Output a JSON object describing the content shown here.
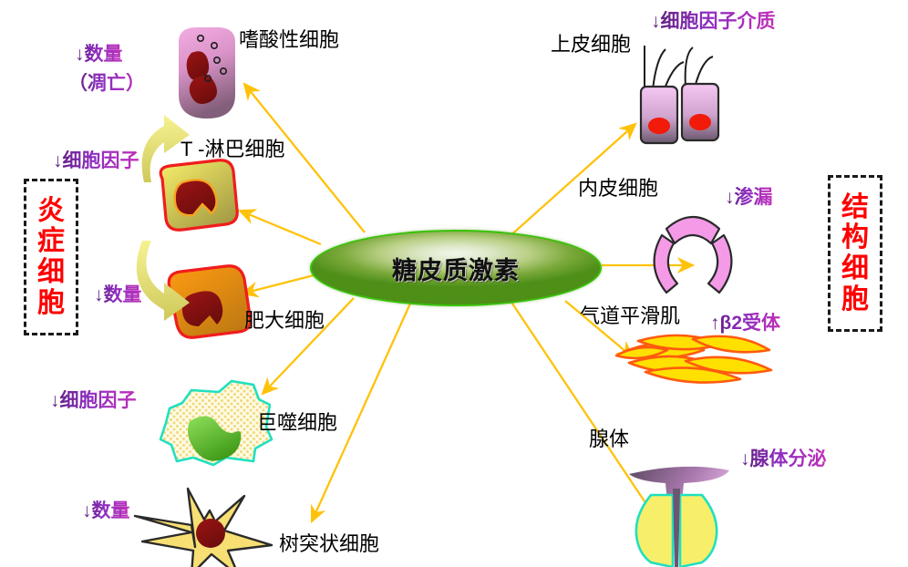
{
  "diagram": {
    "center": {
      "label": "糖皮质激素",
      "fill_from": "#f2f7ea",
      "fill_to": "#4e8f18",
      "stroke": "#39c20a"
    }
  },
  "colors": {
    "arrow": "#ffc20a",
    "annotation_purple": "#8e2ec0",
    "group_red": "#ff0000",
    "label_black": "#000000",
    "curved_arrow": "#e8e36a"
  },
  "groups": [
    {
      "name": "inflammatory-cells",
      "chars": [
        "炎",
        "症",
        "细",
        "胞"
      ]
    },
    {
      "name": "structural-cells",
      "chars": [
        "结",
        "构",
        "细",
        "胞"
      ]
    }
  ],
  "cells": [
    {
      "key": "eosinophil",
      "label": "嗜酸性细胞",
      "effects": [
        "↓数量",
        "（凋亡）"
      ]
    },
    {
      "key": "t-lymphocyte",
      "label": "T -淋巴细胞",
      "effects": [
        "↓细胞因子"
      ]
    },
    {
      "key": "mast-cell",
      "label": "肥大细胞",
      "effects": [
        "↓数量"
      ]
    },
    {
      "key": "macrophage",
      "label": "巨噬细胞",
      "effects": [
        "↓细胞因子"
      ]
    },
    {
      "key": "dendritic",
      "label": "树突状细胞",
      "effects": [
        "↓数量"
      ]
    },
    {
      "key": "epithelial",
      "label": "上皮细胞",
      "effects": [
        "↓细胞因子介质"
      ]
    },
    {
      "key": "endothelial",
      "label": "内皮细胞",
      "effects": [
        "↓渗漏"
      ]
    },
    {
      "key": "smooth-muscle",
      "label": "气道平滑肌",
      "effects": [
        "↑β2受体"
      ]
    },
    {
      "key": "gland",
      "label": "腺体",
      "effects": [
        "↓腺体分泌"
      ]
    }
  ],
  "annotations": {
    "eos_1": "↓数量",
    "eos_2": "（凋亡）",
    "tcell": "↓细胞因子",
    "mast": "↓数量",
    "macro": "↓细胞因子",
    "dendr": "↓数量",
    "epi": "↓细胞因子介质",
    "endo": "↓渗漏",
    "sm": "↑β2受体",
    "gland": "↓腺体分泌"
  },
  "labels": {
    "eosinophil": "嗜酸性细胞",
    "tcell": "T -淋巴细胞",
    "mast": "肥大细胞",
    "macrophage": "巨噬细胞",
    "dendritic": "树突状细胞",
    "epithelial": "上皮细胞",
    "endothelial": "内皮细胞",
    "smooth_muscle": "气道平滑肌",
    "gland": "腺体"
  },
  "group_boxes": {
    "left": {
      "c1": "炎",
      "c2": "症",
      "c3": "细",
      "c4": "胞"
    },
    "right": {
      "c1": "结",
      "c2": "构",
      "c3": "细",
      "c4": "胞"
    }
  }
}
